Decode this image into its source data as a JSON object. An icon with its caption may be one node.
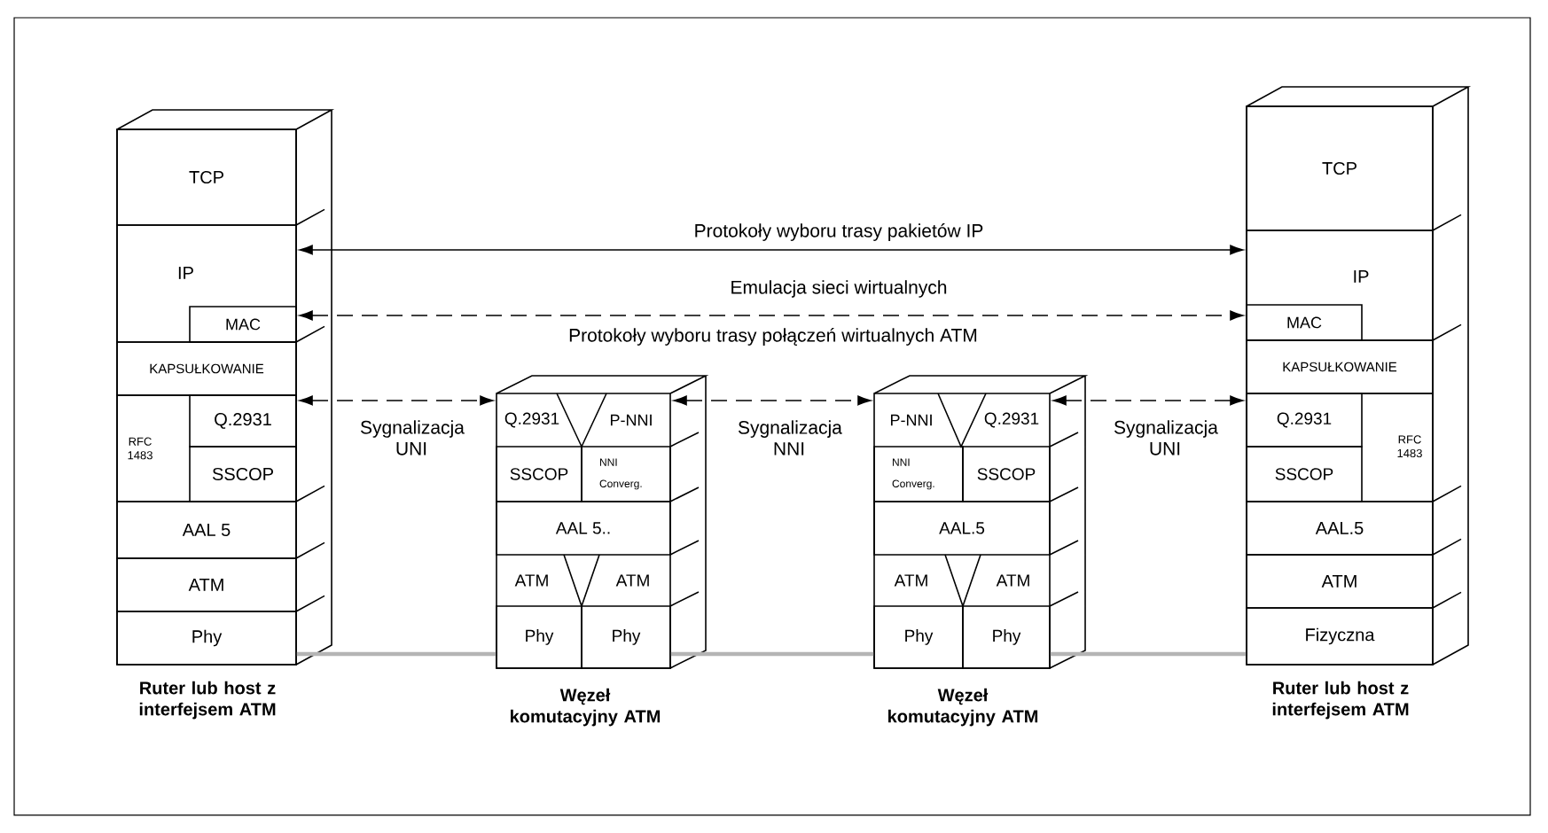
{
  "diagram": {
    "nodes": [
      {
        "text": [],
        "shape": "box",
        "beside": [
          "Ruter lub host z interfejsem ATM"
        ]
      },
      {
        "text": [
          "TCP"
        ],
        "in": 0
      },
      {
        "text": [
          "IP"
        ],
        "in": 0
      },
      {
        "text": [
          "MAC"
        ],
        "in": 2
      },
      {
        "text": [
          "KAPSUŁKOWANIE"
        ],
        "in": 0
      },
      {
        "text": [
          "RFC 1483"
        ],
        "in": 0
      },
      {
        "text": [
          "Q.2931"
        ],
        "in": 5
      },
      {
        "text": [
          "SSCOP"
        ],
        "in": 5
      },
      {
        "text": [
          "AAL 5"
        ],
        "in": 0
      },
      {
        "text": [
          "ATM"
        ],
        "in": 0
      },
      {
        "text": [
          "Phy"
        ],
        "in": 0
      },
      {
        "text": [],
        "shape": "box",
        "beside": [
          "Węzeł komutacyjny ATM"
        ]
      },
      {
        "text": [
          "Q.2931"
        ],
        "in": 11
      },
      {
        "text": [
          "P-NNI"
        ],
        "in": 11
      },
      {
        "text": [
          "SSCOP"
        ],
        "in": 11
      },
      {
        "text": [
          "NNI Converg."
        ],
        "in": 11
      },
      {
        "text": [
          "AAL 5.."
        ],
        "in": 11
      },
      {
        "text": [
          "ATM"
        ],
        "in": 11
      },
      {
        "text": [
          "ATM"
        ],
        "in": 11
      },
      {
        "text": [
          "Phy"
        ],
        "in": 11
      },
      {
        "text": [
          "Phy"
        ],
        "in": 11
      },
      {
        "text": [],
        "shape": "box",
        "beside": [
          "Węzeł komutacyjny ATM"
        ]
      },
      {
        "text": [
          "P-NNI"
        ],
        "in": 21
      },
      {
        "text": [
          "Q.2931"
        ],
        "in": 21
      },
      {
        "text": [
          "NNI Converg."
        ],
        "in": 21
      },
      {
        "text": [
          "SSCOP"
        ],
        "in": 21
      },
      {
        "text": [
          "AAL.5"
        ],
        "in": 21
      },
      {
        "text": [
          "ATM"
        ],
        "in": 21
      },
      {
        "text": [
          "ATM"
        ],
        "in": 21
      },
      {
        "text": [
          "Phy"
        ],
        "in": 21
      },
      {
        "text": [
          "Phy"
        ],
        "in": 21
      },
      {
        "text": [],
        "shape": "box",
        "beside": [
          "Ruter lub host z interfejsem ATM"
        ]
      },
      {
        "text": [
          "TCP"
        ],
        "in": 31
      },
      {
        "text": [
          "IP"
        ],
        "in": 31
      },
      {
        "text": [
          "MAC"
        ],
        "in": 33
      },
      {
        "text": [
          "KAPSUŁKOWANIE"
        ],
        "in": 31
      },
      {
        "text": [
          "RFC 1483"
        ],
        "in": 31
      },
      {
        "text": [
          "Q.2931"
        ],
        "in": 36
      },
      {
        "text": [
          "SSCOP"
        ],
        "in": 36
      },
      {
        "text": [
          "AAL.5"
        ],
        "in": 31
      },
      {
        "text": [
          "ATM"
        ],
        "in": 31
      },
      {
        "text": [
          "Fizyczna"
        ],
        "in": 31
      }
    ],
    "edges": [
      {
        "from": 2,
        "to": 33,
        "arrow": "both",
        "label": "Protokoły wyboru trasy pakietów IP"
      },
      {
        "from": 3,
        "to": 34,
        "arrow": "both",
        "style": "dashed",
        "label": "Emulacja sieci wirtualnych"
      },
      {
        "from": 6,
        "to": 12,
        "arrow": "both",
        "style": "dashed",
        "label": "Sygnalizacja UNI"
      },
      {
        "from": 13,
        "to": 22,
        "arrow": "both",
        "style": "dashed",
        "label": "Sygnalizacja NNI"
      },
      {
        "from": 23,
        "to": 37,
        "arrow": "both",
        "style": "dashed",
        "label": "Sygnalizacja UNI"
      },
      {
        "from": 10,
        "to": 19,
        "arrow": "none",
        "color": "#b4b4b4"
      },
      {
        "from": 20,
        "to": 29,
        "arrow": "none",
        "color": "#b4b4b4"
      },
      {
        "from": 30,
        "to": 41,
        "arrow": "none",
        "color": "#b4b4b4"
      }
    ],
    "labels": [
      "Protokoły wyboru trasy połączeń wirtualnych ATM"
    ]
  }
}
